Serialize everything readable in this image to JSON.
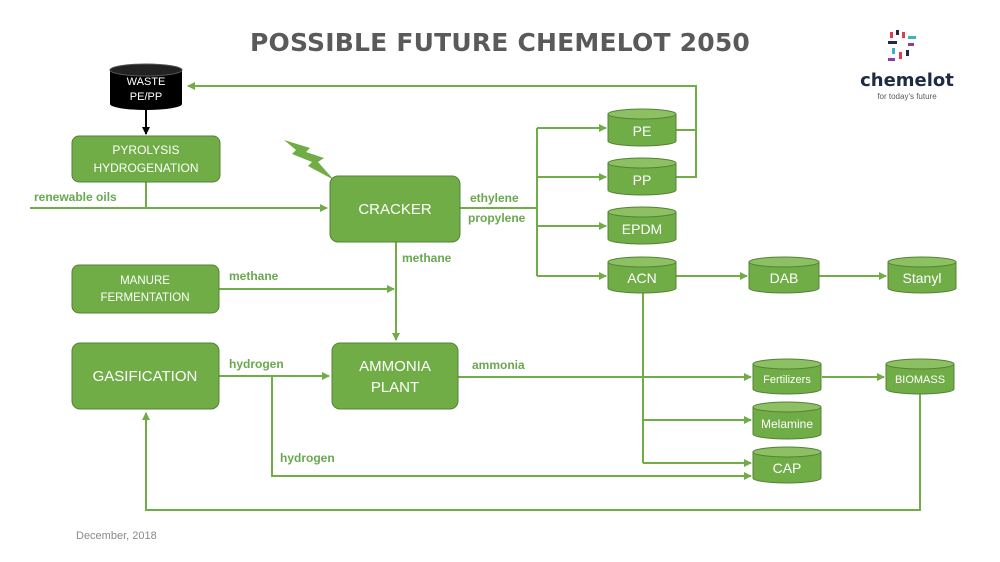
{
  "title": "POSSIBLE FUTURE CHEMELOT 2050",
  "date": "December, 2018",
  "logo": {
    "name": "chemelot",
    "tagline": "for today's future"
  },
  "colors": {
    "green": "#70ad47",
    "green_dark": "#548235",
    "label": "#6aa84f",
    "waste": "#000000"
  },
  "boxes": {
    "waste": [
      "WASTE",
      "PE/PP"
    ],
    "pyrolysis": [
      "PYROLYSIS",
      "HYDROGENATION"
    ],
    "cracker": [
      "CRACKER"
    ],
    "manure": [
      "MANURE",
      "FERMENTATION"
    ],
    "gasification": [
      "GASIFICATION"
    ],
    "ammonia_plant": [
      "AMMONIA",
      "PLANT"
    ],
    "pe": [
      "PE"
    ],
    "pp": [
      "PP"
    ],
    "epdm": [
      "EPDM"
    ],
    "acn": [
      "ACN"
    ],
    "dab": [
      "DAB"
    ],
    "stanyl": [
      "Stanyl"
    ],
    "fertilizers": [
      "Fertilizers"
    ],
    "biomass": [
      "BIOMASS"
    ],
    "melamine": [
      "Melamine"
    ],
    "cap": [
      "CAP"
    ]
  },
  "flow_labels": {
    "renewable_oils": "renewable oils",
    "ethylene": "ethylene",
    "propylene": "propylene",
    "methane_cracker": "methane",
    "methane_manure": "methane",
    "hydrogen_top": "hydrogen",
    "hydrogen_bottom": "hydrogen",
    "ammonia": "ammonia"
  }
}
